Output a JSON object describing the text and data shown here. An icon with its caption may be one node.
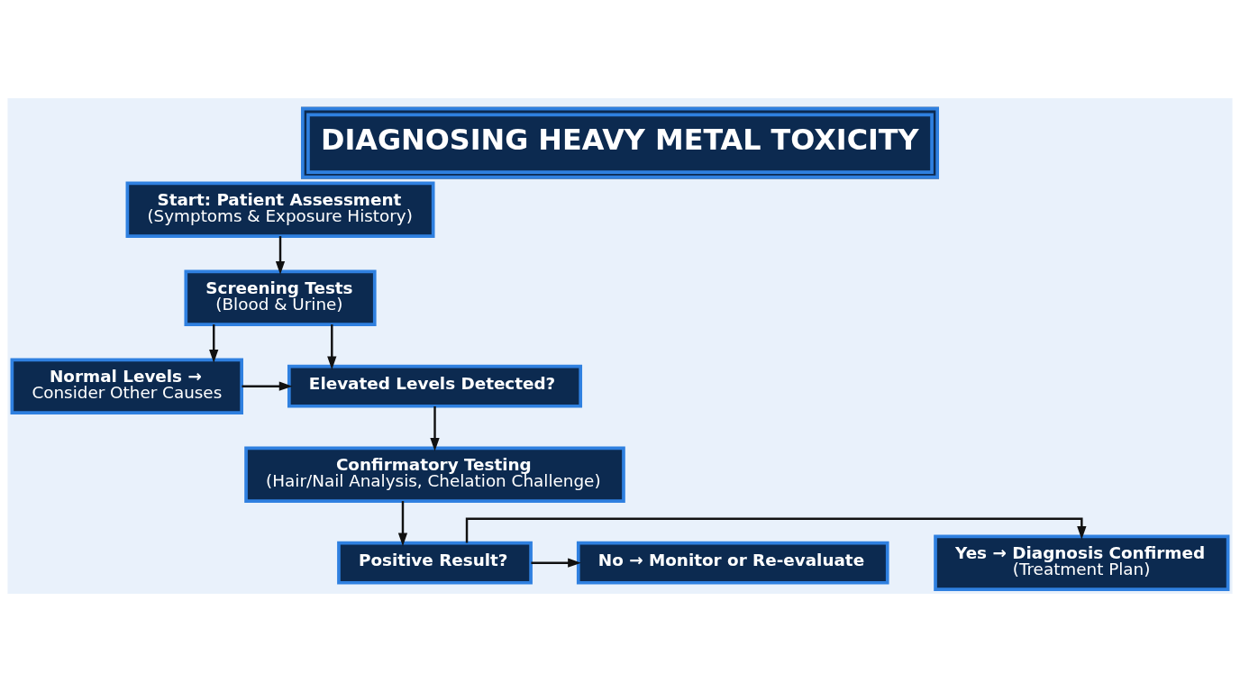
{
  "diagram": {
    "title": "DIAGNOSING HEAVY METAL TOXICITY",
    "nodes": [
      {
        "text": [
          "Start: Patient Assessment",
          "(Symptoms & Exposure History)"
        ]
      },
      {
        "text": [
          "Screening Tests",
          "(Blood & Urine)"
        ]
      },
      {
        "text": [
          "Normal Levels →",
          "Consider Other Causes"
        ]
      },
      {
        "text": [
          "Elevated Levels Detected?"
        ]
      },
      {
        "text": [
          "Confirmatory Testing",
          "(Hair/Nail Analysis, Chelation Challenge)"
        ]
      },
      {
        "text": [
          "Yes → Diagnosis Confirmed",
          "(Treatment Plan)"
        ]
      },
      {
        "text": [
          "Positive Result?"
        ]
      },
      {
        "text": [
          "No → Monitor or Re-evaluate"
        ]
      }
    ],
    "edges": [
      {
        "from": 0,
        "to": 1,
        "arrow": "to"
      },
      {
        "from": 1,
        "to": 2,
        "arrow": "to"
      },
      {
        "from": 1,
        "to": 3,
        "arrow": "to"
      },
      {
        "from": 2,
        "to": 3,
        "arrow": "to"
      },
      {
        "from": 3,
        "to": 4,
        "arrow": "to"
      },
      {
        "from": 4,
        "to": 6,
        "arrow": "to"
      },
      {
        "from": 6,
        "to": 5,
        "arrow": "to"
      },
      {
        "from": 6,
        "to": 7,
        "arrow": "to"
      }
    ]
  }
}
